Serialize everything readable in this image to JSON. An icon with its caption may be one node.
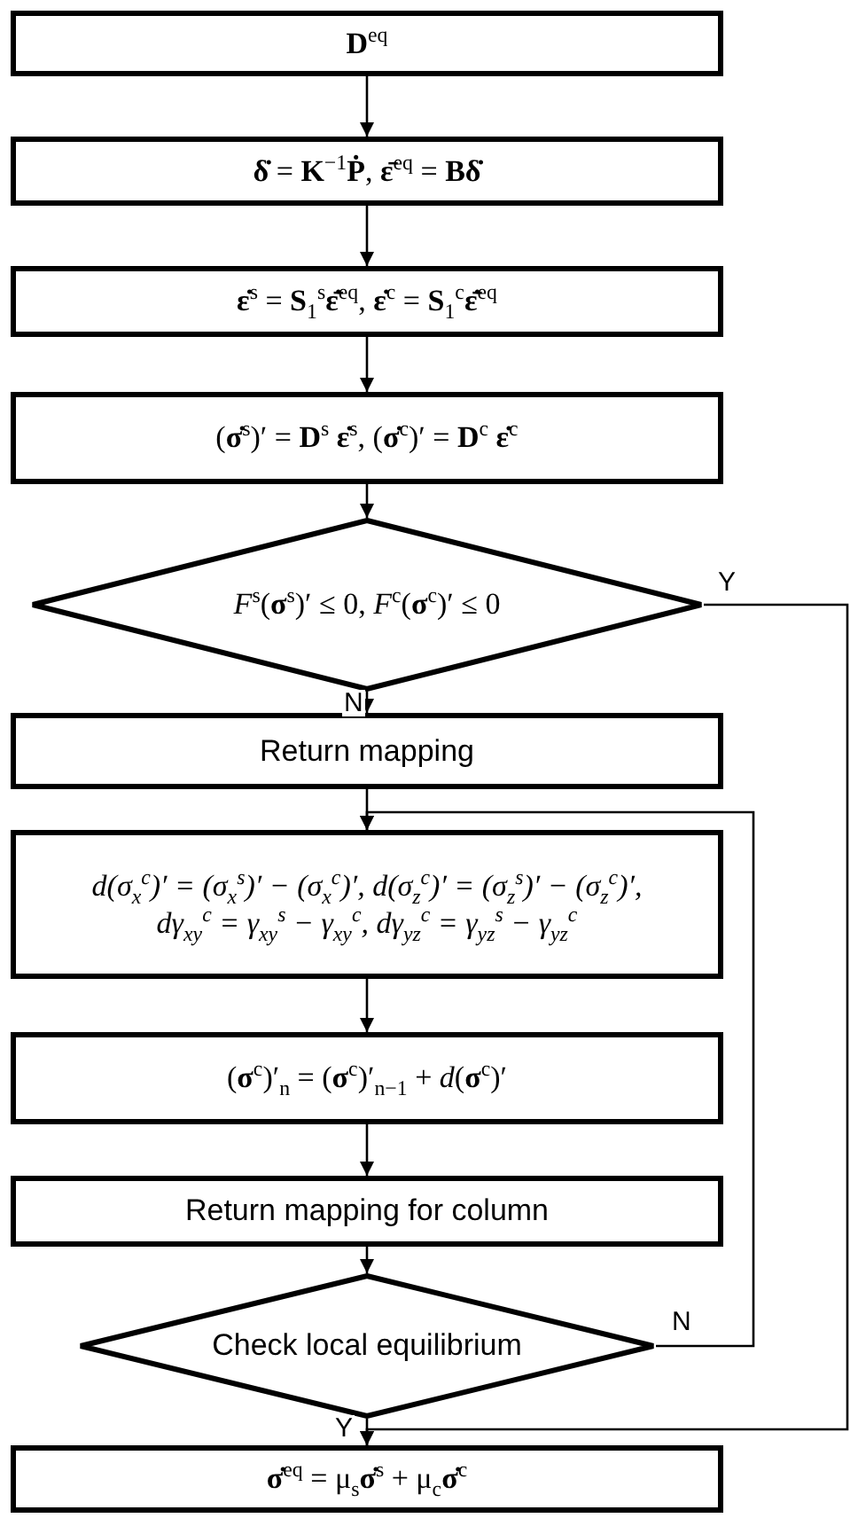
{
  "diagram": {
    "nodes": [
      {
        "text": [
          "**D**$^{eq}$"
        ]
      },
      {
        "text": [
          "**δ̇** = **K**$^{−1}$**Ṗ**,   **ε̄**$^{eq}$ = **Bδ̇**"
        ]
      },
      {
        "text": [
          "**ε̇**$^{s}$ = **S**$_{1}$$^{s}$**ε̄̇**$^{eq}$,   **ε̇**$^{c}$ = **S**$_{1}$$^{c}$**ε̄̇**$^{eq}$"
        ]
      },
      {
        "text": [
          "(**σ̇**$^{s}$)′ = **D**$^{s}$ **ε̇**$^{s}$,   (**σ̇**$^{c}$)′ = **D**$^{c}$ **ε̇**$^{c}$"
        ]
      },
      {
        "text": [
          "*F*$^{s}$(**σ**$^{s}$)′ ≤ 0,   *F*$^{c}$(**σ**$^{c}$)′ ≤ 0"
        ]
      },
      {
        "text": [
          "Return mapping"
        ]
      },
      {
        "text": [
          "d(σ$_{x}$$^{c}$)′ = (σ$_{x}$$^{s}$)′ − (σ$_{x}$$^{c}$)′, d(σ$_{z}$$^{c}$)′ = (σ$_{z}$$^{s}$)′ − (σ$_{z}$$^{c}$)′,",
          "dγ$_{xy}$$^{c}$ = γ$_{xy}$$^{s}$ − γ$_{xy}$$^{c}$,   dγ$_{yz}$$^{c}$ = γ$_{yz}$$^{s}$ − γ$_{yz}$$^{c}$"
        ]
      },
      {
        "text": [
          "(**σ**$^{c}$)′$_{n}$ = (**σ**$^{c}$)′$_{n−1}$ + *d*(**σ**$^{c}$)′"
        ]
      },
      {
        "text": [
          "Return mapping for column"
        ]
      },
      {
        "text": [
          "Check local equilibrium"
        ]
      },
      {
        "text": [
          "**σ̇**$^{eq}$ = μ$_{s}$**σ̇**$^{s}$ + μ$_{c}$**σ̇**$^{c}$"
        ]
      }
    ],
    "edges": [
      {
        "from": 0,
        "to": 1,
        "arrow": "to"
      },
      {
        "from": 1,
        "to": 2,
        "arrow": "to"
      },
      {
        "from": 2,
        "to": 3,
        "arrow": "to"
      },
      {
        "from": 3,
        "to": 4,
        "arrow": "to"
      },
      {
        "from": 4,
        "to": 5,
        "arrow": "to",
        "label": "N"
      },
      {
        "from": 4,
        "to": 10,
        "arrow": "to",
        "label": "Y"
      },
      {
        "from": 5,
        "to": 6,
        "arrow": "to"
      },
      {
        "from": 6,
        "to": 7,
        "arrow": "to"
      },
      {
        "from": 7,
        "to": 8,
        "arrow": "to"
      },
      {
        "from": 8,
        "to": 9,
        "arrow": "to"
      },
      {
        "from": 9,
        "to": 6,
        "arrow": "to",
        "label": "N"
      },
      {
        "from": 9,
        "to": 10,
        "arrow": "to",
        "label": "Y"
      }
    ]
  }
}
